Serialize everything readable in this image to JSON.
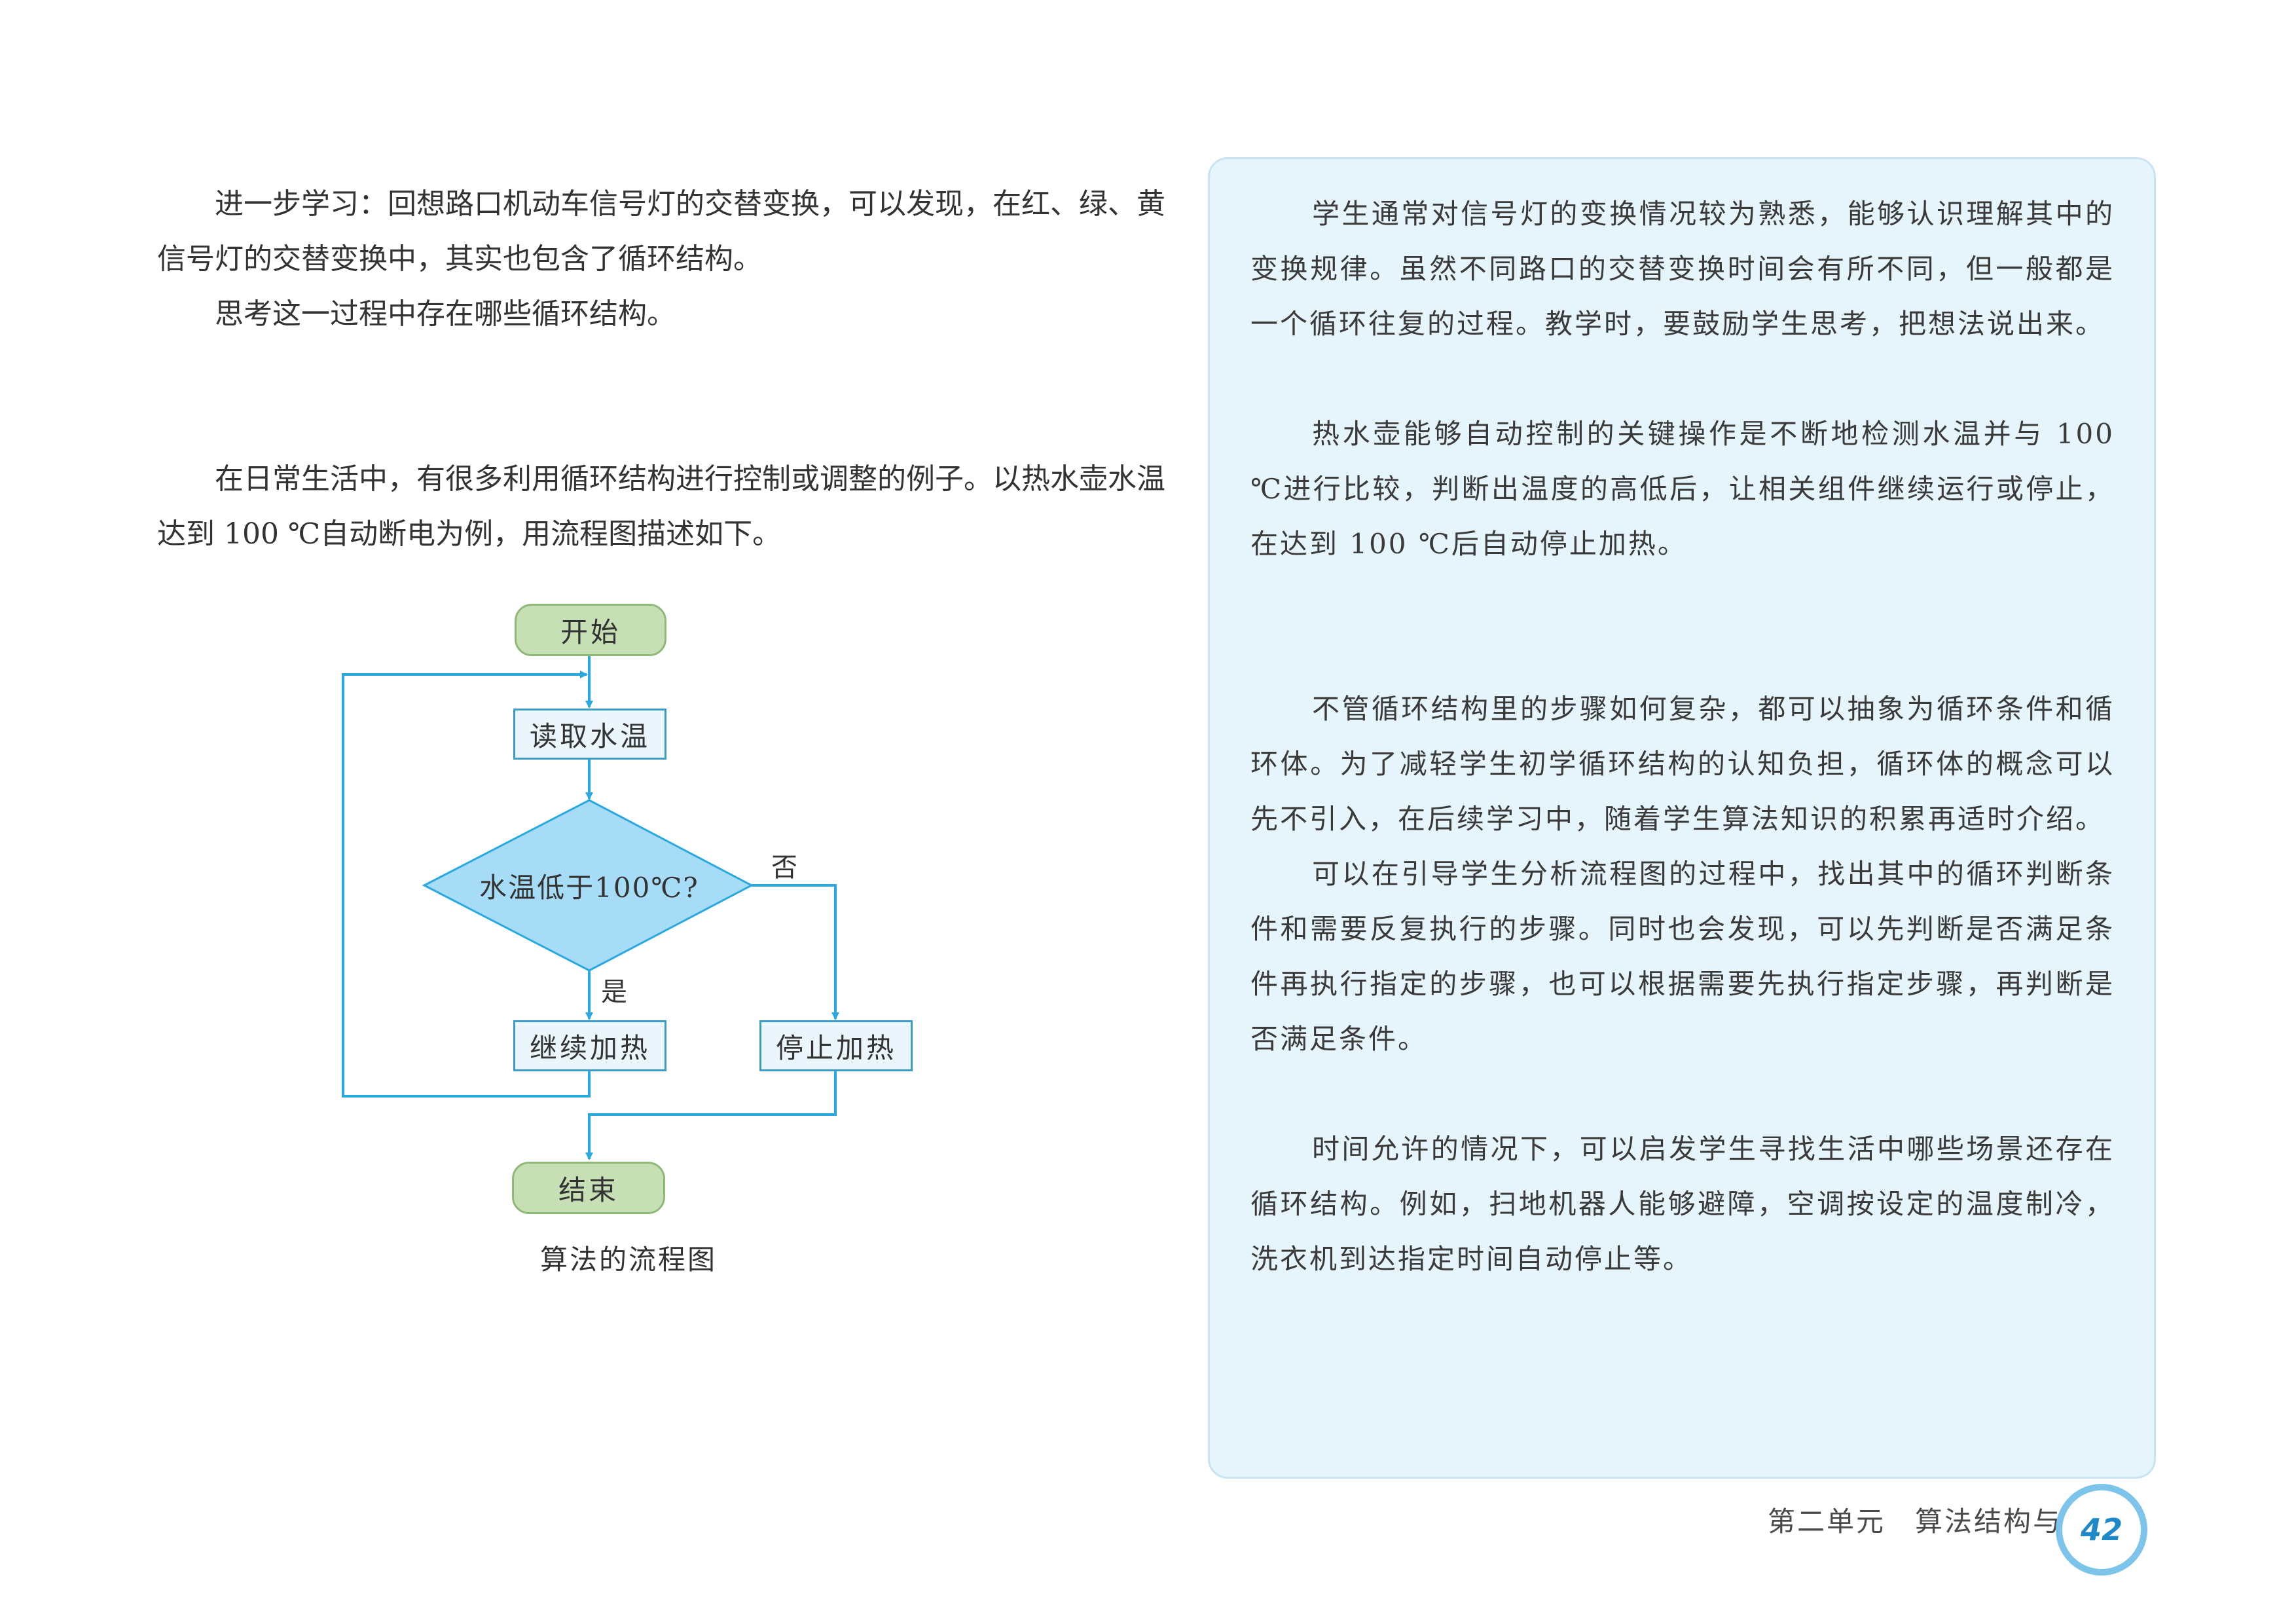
{
  "left": {
    "paragraphs": [
      "进一步学习：回想路口机动车信号灯的交替变换，可以发现，在红、绿、黄信号灯的交替变换中，其实也包含了循环结构。",
      "思考这一过程中存在哪些循环结构。",
      "在日常生活中，有很多利用循环结构进行控制或调整的例子。以热水壶水温达到 100 ℃自动断电为例，用流程图描述如下。"
    ]
  },
  "flowchart": {
    "start": "开始",
    "read": "读取水温",
    "decision": "水温低于100℃?",
    "yes_label": "是",
    "no_label": "否",
    "continue": "继续加热",
    "stop": "停止加热",
    "end": "结束",
    "caption": "算法的流程图",
    "colors": {
      "terminal_fill": "#c6dfb5",
      "process_fill": "#eaf5fc",
      "decision_fill": "#a7dcf7",
      "line": "#29a9df"
    }
  },
  "notes": {
    "paragraphs": [
      "学生通常对信号灯的变换情况较为熟悉，能够认识理解其中的变换规律。虽然不同路口的交替变换时间会有所不同，但一般都是一个循环往复的过程。教学时，要鼓励学生思考，把想法说出来。",
      "热水壶能够自动控制的关键操作是不断地检测水温并与 100 ℃进行比较，判断出温度的高低后，让相关组件继续运行或停止，在达到 100 ℃后自动停止加热。",
      "不管循环结构里的步骤如何复杂，都可以抽象为循环条件和循环体。为了减轻学生初学循环结构的认知负担，循环体的概念可以先不引入，在后续学习中，随着学生算法知识的积累再适时介绍。",
      "可以在引导学生分析流程图的过程中，找出其中的循环判断条件和需要反复执行的步骤。同时也会发现，可以先判断是否满足条件再执行指定的步骤，也可以根据需要先执行指定步骤，再判断是否满足条件。",
      "时间允许的情况下，可以启发学生寻找生活中哪些场景还存在循环结构。例如，扫地机器人能够避障，空调按设定的温度制冷，洗衣机到达指定时间自动停止等。"
    ]
  },
  "footer": {
    "unit": "第二单元　算法结构与描述",
    "page_number": "42"
  }
}
